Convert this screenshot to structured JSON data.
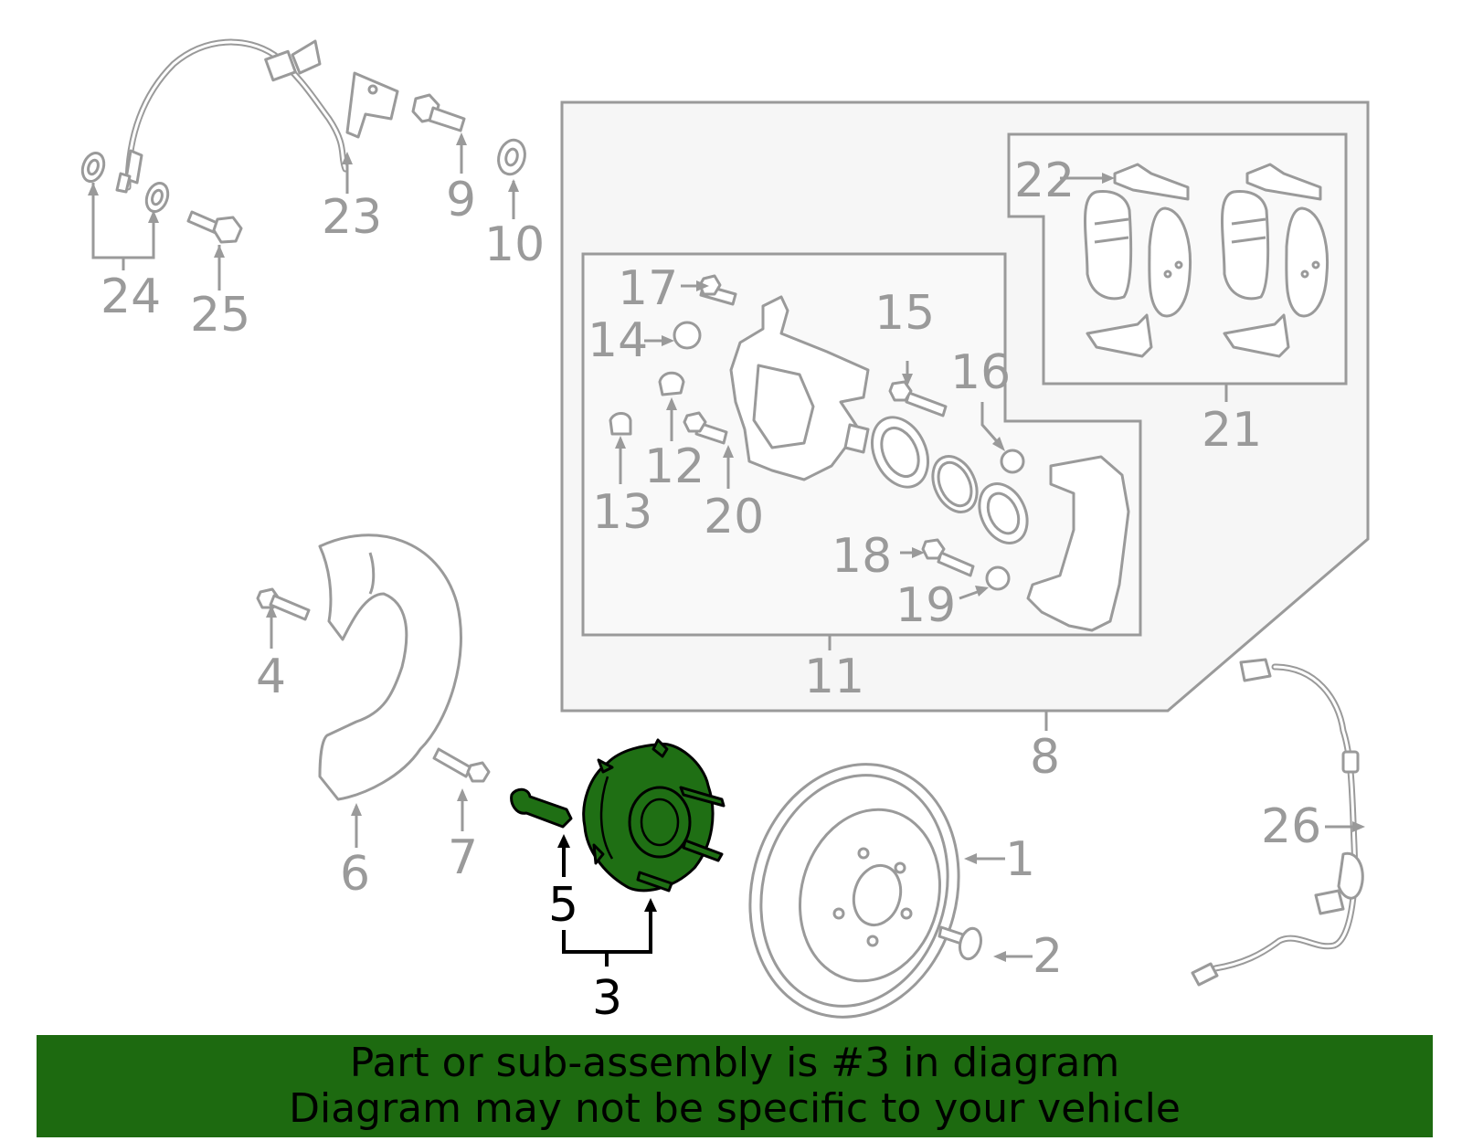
{
  "diagram": {
    "callouts": {
      "c1": "1",
      "c2": "2",
      "c3": "3",
      "c4": "4",
      "c5": "5",
      "c6": "6",
      "c7": "7",
      "c8": "8",
      "c9": "9",
      "c10": "10",
      "c11": "11",
      "c12": "12",
      "c13": "13",
      "c14": "14",
      "c15": "15",
      "c16": "16",
      "c17": "17",
      "c18": "18",
      "c19": "19",
      "c20": "20",
      "c21": "21",
      "c22": "22",
      "c23": "23",
      "c24": "24",
      "c25": "25",
      "c26": "26"
    },
    "highlighted_part": "3",
    "colors": {
      "highlight": "#1f6f14",
      "line": "#9a9a9a",
      "banner": "#1d6a10"
    }
  },
  "banner": {
    "line1": "Part or sub-assembly is #3 in diagram",
    "line2": "Diagram may not be specific to your vehicle"
  }
}
